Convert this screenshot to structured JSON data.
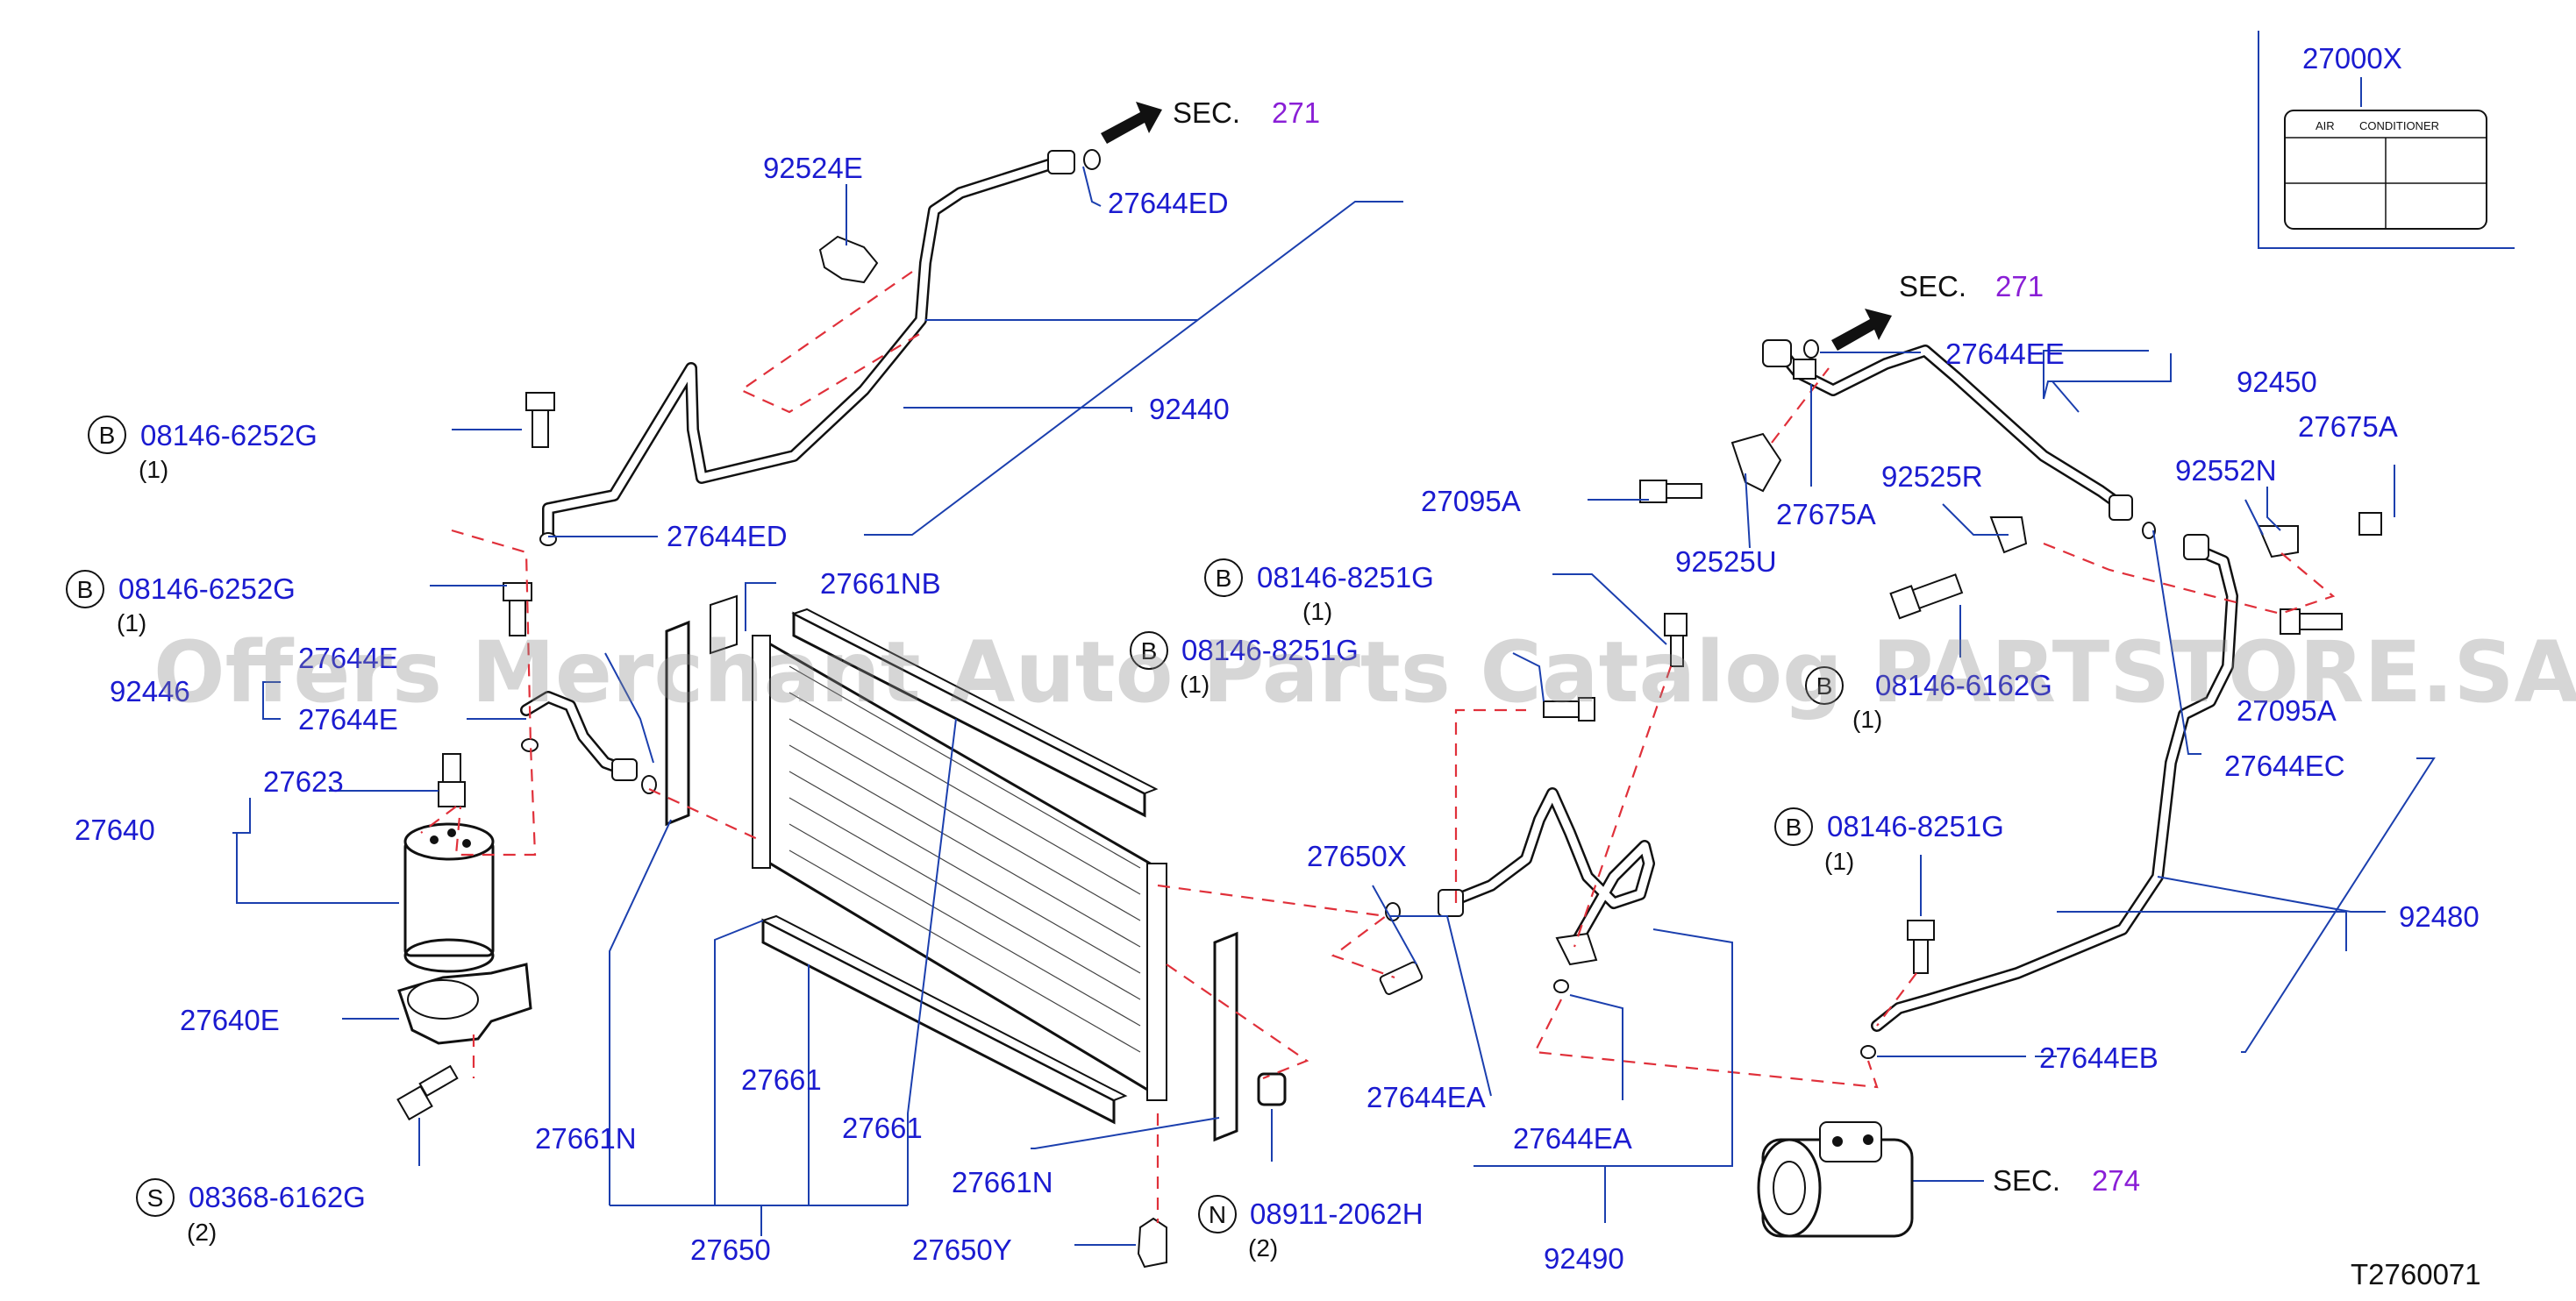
{
  "diagram_id": "T2760071",
  "watermark": "Offers Merchant Auto Parts Catalog PARTSTORE.SA",
  "section_refs": [
    {
      "prefix": "SEC.",
      "number": "271"
    },
    {
      "prefix": "SEC.",
      "number": "271"
    },
    {
      "prefix": "SEC.",
      "number": "274"
    }
  ],
  "label_plate": {
    "part": "27000X",
    "title_left": "AIR",
    "title_right": "CONDITIONER"
  },
  "part_labels": {
    "p92524E": "92524E",
    "p27644ED_top": "27644ED",
    "p92440": "92440",
    "p27644ED_mid": "27644ED",
    "p27661NB": "27661NB",
    "p27644E_a": "27644E",
    "p92446": "92446",
    "p27644E_b": "27644E",
    "p27623": "27623",
    "p27640": "27640",
    "p27640E": "27640E",
    "p27661N_left": "27661N",
    "p27661_a": "27661",
    "p27661_b": "27661",
    "p27661N_right": "27661N",
    "p27650": "27650",
    "p27650Y": "27650Y",
    "p27650X": "27650X",
    "p27644EA_a": "27644EA",
    "p27644EA_b": "27644EA",
    "p92490": "92490",
    "p27095A_a": "27095A",
    "p92525U": "92525U",
    "p27675A_a": "27675A",
    "p92525R": "92525R",
    "p27644EE": "27644EE",
    "p92450": "92450",
    "p27675A_b": "27675A",
    "p92552N": "92552N",
    "p27095A_b": "27095A",
    "p27644EC": "27644EC",
    "p92480": "92480",
    "p27644EB": "27644EB"
  },
  "fasteners": [
    {
      "code": "B",
      "part": "08146-6252G",
      "qty": "(1)"
    },
    {
      "code": "B",
      "part": "08146-6252G",
      "qty": "(1)"
    },
    {
      "code": "B",
      "part": "08146-8251G",
      "qty": "(1)"
    },
    {
      "code": "B",
      "part": "08146-8251G",
      "qty": "(1)"
    },
    {
      "code": "B",
      "part": "08146-6162G",
      "qty": "(1)"
    },
    {
      "code": "B",
      "part": "08146-8251G",
      "qty": "(1)"
    },
    {
      "code": "S",
      "part": "08368-6162G",
      "qty": "(2)"
    },
    {
      "code": "N",
      "part": "08911-2062H",
      "qty": "(2)"
    }
  ],
  "colors": {
    "label": "#1b1bd0",
    "section_number": "#8a1fd6",
    "leader": "#1b3fae",
    "dashed_link": "#e0303a",
    "line_art": "#111111"
  }
}
